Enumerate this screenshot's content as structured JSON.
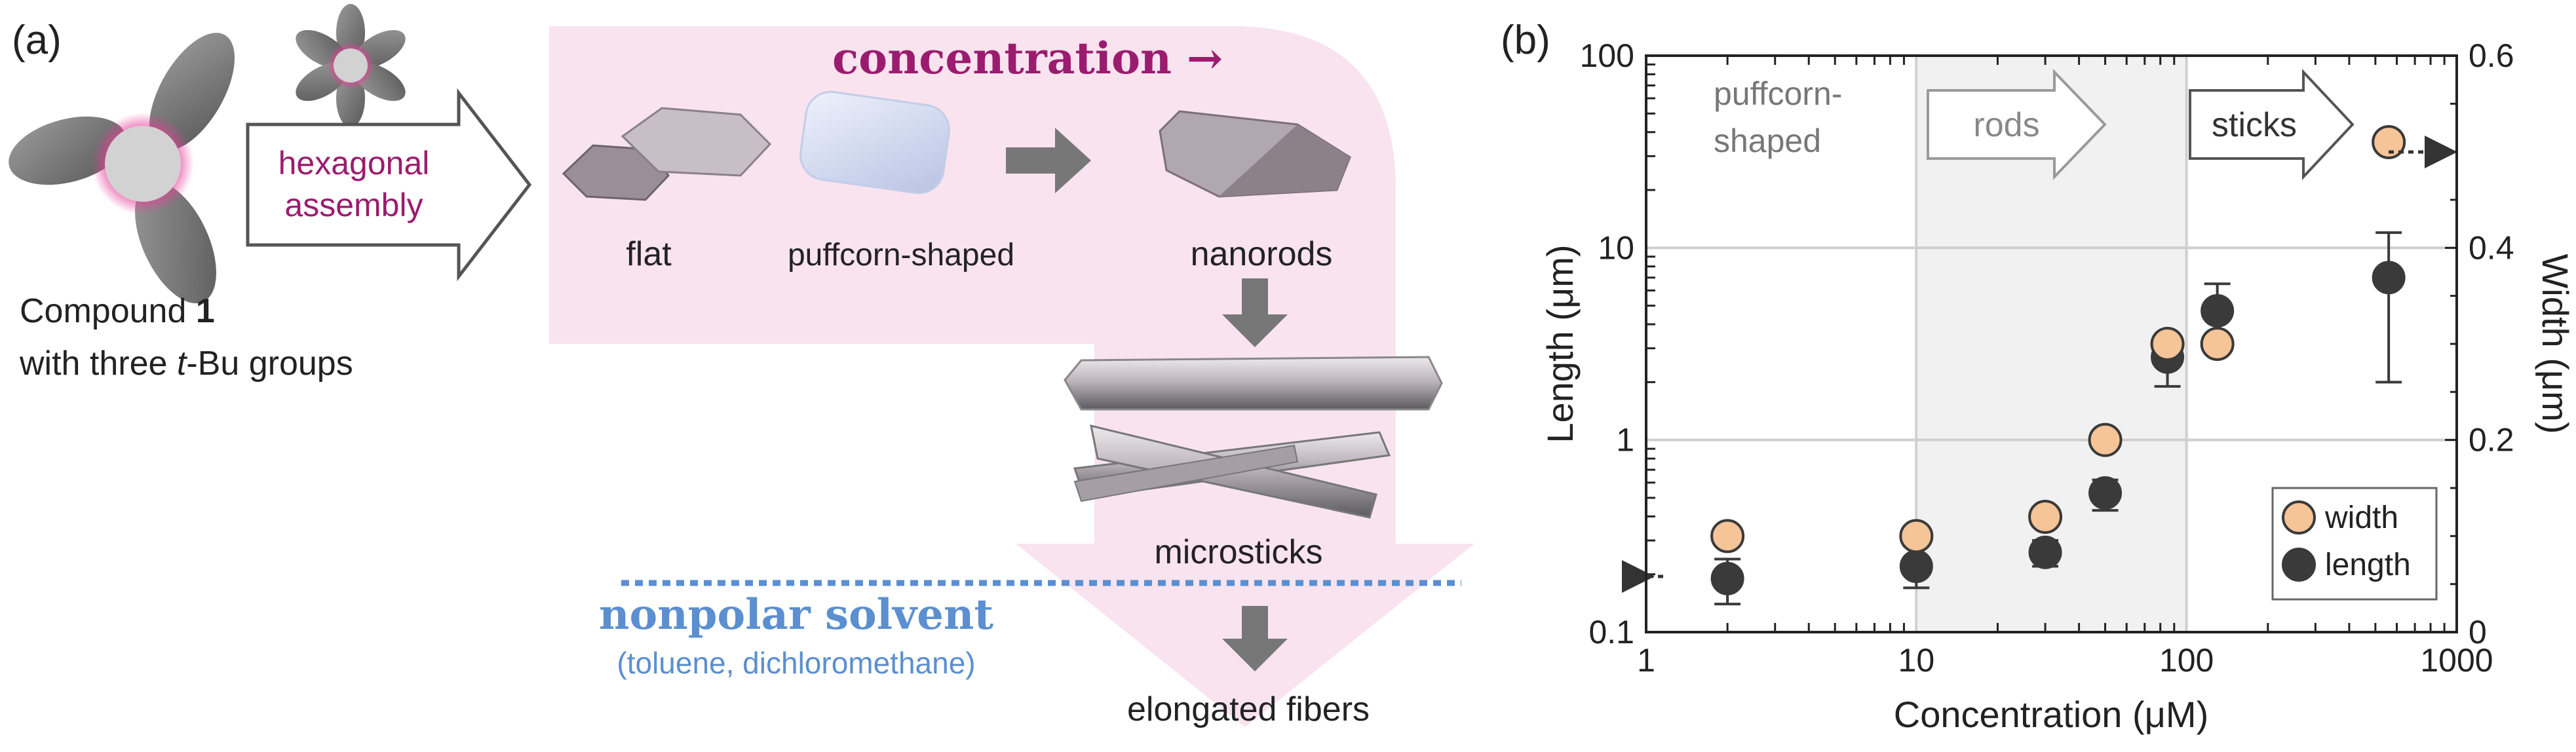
{
  "panel_a": {
    "label": "(a)",
    "compound_line1": "Compound ",
    "compound_number": "1",
    "compound_line2_a": "with three ",
    "compound_line2_italic": "t",
    "compound_line2_b": "-Bu groups",
    "arrow_line1": "hexagonal",
    "arrow_line2": "assembly",
    "concentration": "concentration →",
    "flat": "flat",
    "puffcorn": "puffcorn-shaped",
    "nanorods": "nanorods",
    "microsticks": "microsticks",
    "solvent": "nonpolar solvent",
    "solvent_examples": "(toluene, dichloromethane)",
    "fibers": "elongated fibers",
    "colors": {
      "magenta": "#9b1c6f",
      "blue": "#5b8fd0",
      "pink_bg": "#f8e3ef",
      "grey": "#6f6f6f"
    }
  },
  "panel_b": {
    "label": "(b)",
    "region_puffcorn_1": "puffcorn-",
    "region_puffcorn_2": "shaped",
    "region_rods": "rods",
    "region_sticks": "sticks"
  },
  "chart_data": {
    "type": "scatter",
    "xlabel": "Concentration (μM)",
    "ylabel": "Length (μm)",
    "y2label": "Width (μm)",
    "x_scale": "log",
    "y_scale": "log",
    "xlim": [
      1,
      1000
    ],
    "ylim": [
      0.1,
      100
    ],
    "y2lim": [
      0,
      0.6
    ],
    "x_ticks": [
      "1",
      "10",
      "100",
      "1000"
    ],
    "y_ticks": [
      "0.1",
      "1",
      "10",
      "100"
    ],
    "y2_ticks": [
      "0",
      "0.2",
      "0.4",
      "0.6"
    ],
    "grid": true,
    "legend_position": "bottom-right",
    "series": [
      {
        "name": "width",
        "axis": "right",
        "color": "#f5c497",
        "x": [
          2,
          10,
          30,
          50,
          85,
          130,
          560
        ],
        "y": [
          0.1,
          0.1,
          0.12,
          0.2,
          0.3,
          0.3,
          0.51
        ]
      },
      {
        "name": "length",
        "axis": "left",
        "color": "#3a3a3a",
        "x": [
          2,
          10,
          30,
          50,
          85,
          130,
          560
        ],
        "y": [
          0.19,
          0.22,
          0.26,
          0.53,
          2.7,
          4.7,
          7.0
        ],
        "err_low": [
          0.14,
          0.17,
          0.22,
          0.43,
          1.9,
          3.5,
          2.0
        ],
        "err_high": [
          0.24,
          0.28,
          0.3,
          0.62,
          3.3,
          6.5,
          12.0
        ]
      }
    ]
  }
}
